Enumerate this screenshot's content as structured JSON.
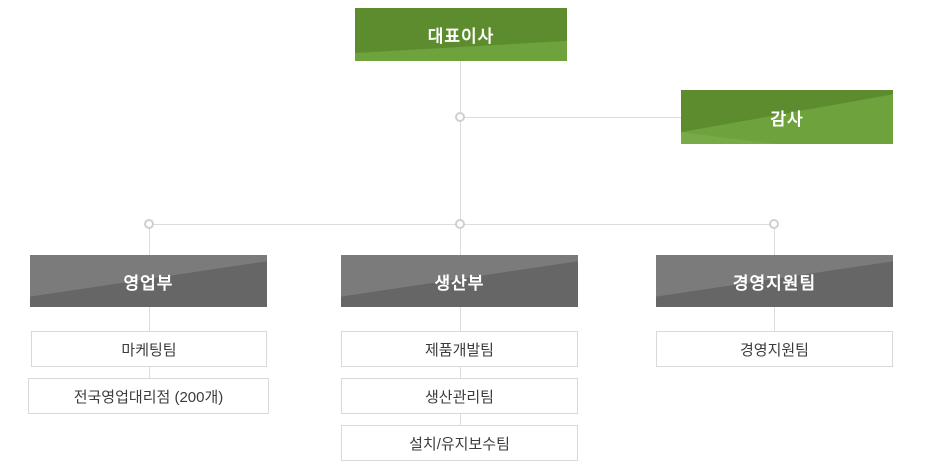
{
  "org": {
    "ceo": {
      "label": "대표이사"
    },
    "auditor": {
      "label": "감사"
    },
    "departments": [
      {
        "label": "영업부",
        "children": [
          {
            "label": "마케팅팀"
          },
          {
            "label": "전국영업대리점 (200개)"
          }
        ]
      },
      {
        "label": "생산부",
        "children": [
          {
            "label": "제품개발팀"
          },
          {
            "label": "생산관리팀"
          },
          {
            "label": "설치/유지보수팀"
          }
        ]
      },
      {
        "label": "경영지원팀",
        "children": [
          {
            "label": "경영지원팀"
          }
        ]
      }
    ]
  },
  "colors": {
    "green_dark": "#5d8c2f",
    "green_light": "#6da23c",
    "green_bright": "#79aa48",
    "gray_light": "#7b7b7b",
    "gray_dark": "#666666",
    "line": "#dcdcdc",
    "ring": "#cfcfcf",
    "sub_border": "#d9d9d9",
    "sub_text": "#3c3c3c",
    "node_text": "#ffffff"
  }
}
